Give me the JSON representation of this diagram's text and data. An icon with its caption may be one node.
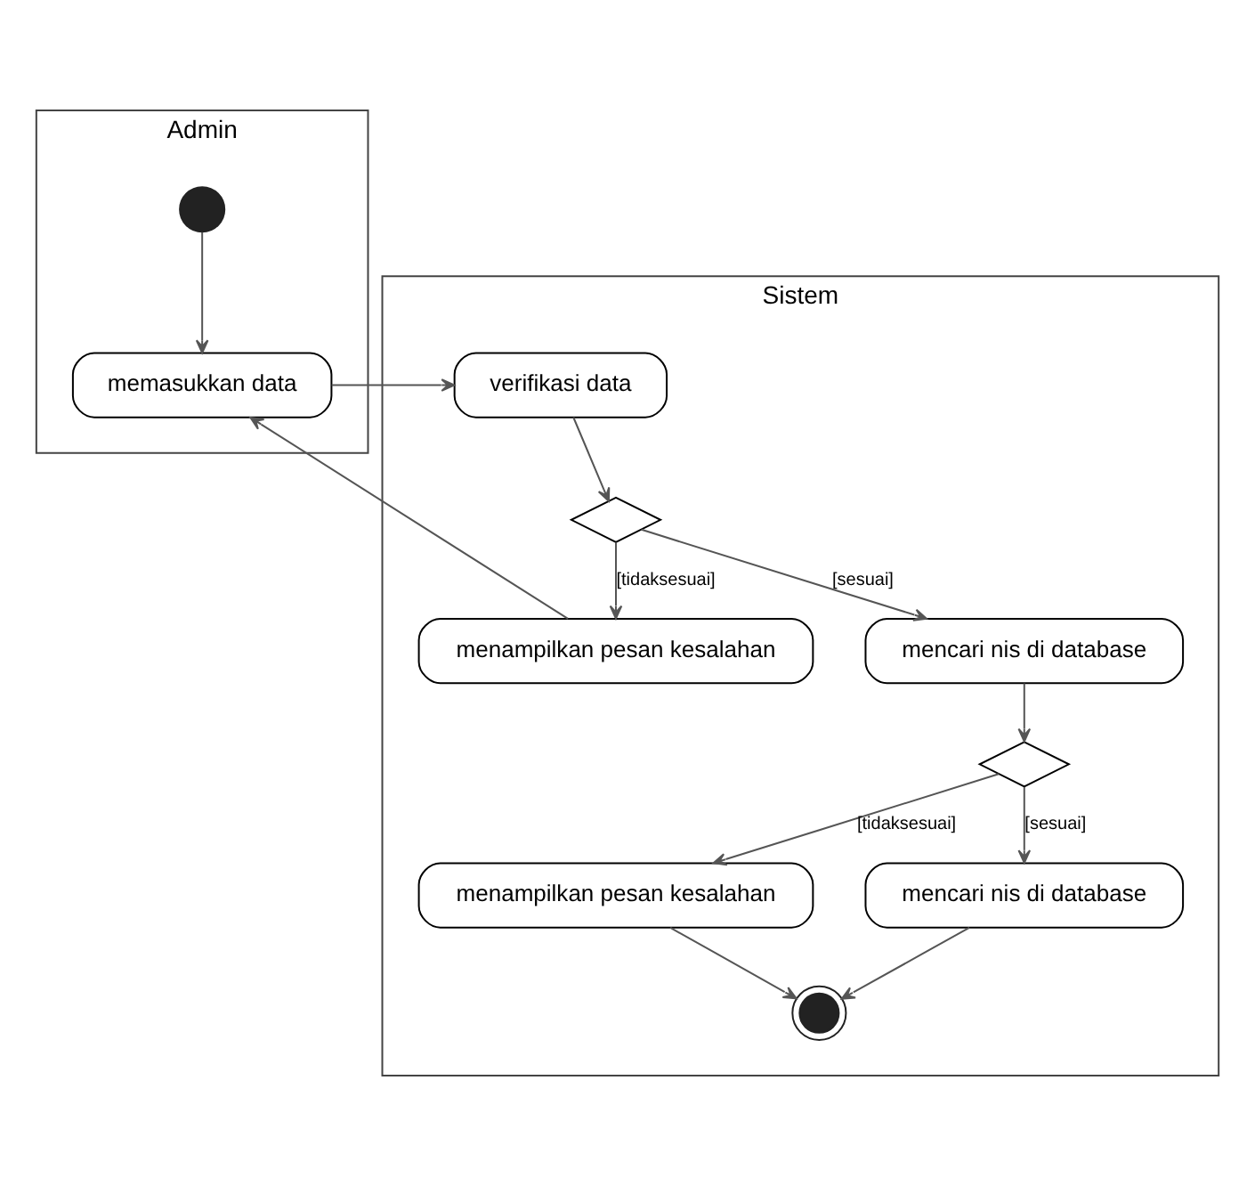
{
  "diagram": {
    "nodes": [
      {
        "text": [
          "Admin"
        ]
      },
      {
        "text": [
          "Sistem"
        ]
      },
      {
        "text": [],
        "shape": "circle",
        "in": 0
      },
      {
        "text": [
          "memasukkan data"
        ],
        "in": 0
      },
      {
        "text": [
          "verifikasi data"
        ],
        "in": 1
      },
      {
        "text": [],
        "shape": "diamond",
        "in": 1
      },
      {
        "text": [
          "menampilkan pesan kesalahan"
        ],
        "in": 1
      },
      {
        "text": [
          "mencari nis di database"
        ],
        "in": 1
      },
      {
        "text": [],
        "shape": "diamond",
        "in": 1
      },
      {
        "text": [
          "menampilkan pesan kesalahan"
        ],
        "in": 1
      },
      {
        "text": [
          "mencari nis di database"
        ],
        "in": 1
      },
      {
        "text": [],
        "shape": "bullseye",
        "in": 1
      }
    ],
    "edges": [
      {
        "from": 2,
        "to": 3,
        "arrow": "to"
      },
      {
        "from": 3,
        "to": 4,
        "arrow": "to"
      },
      {
        "from": 4,
        "to": 5,
        "arrow": "to"
      },
      {
        "from": 5,
        "to": 6,
        "arrow": "to",
        "label": "[tidaksesuai]"
      },
      {
        "from": 5,
        "to": 7,
        "arrow": "to",
        "label": "[sesuai]"
      },
      {
        "from": 6,
        "to": 3,
        "arrow": "to"
      },
      {
        "from": 7,
        "to": 8,
        "arrow": "to"
      },
      {
        "from": 8,
        "to": 9,
        "arrow": "to",
        "label": "[tidaksesuai]"
      },
      {
        "from": 8,
        "to": 10,
        "arrow": "to",
        "label": "[sesuai]"
      },
      {
        "from": 9,
        "to": 11,
        "arrow": "to"
      },
      {
        "from": 10,
        "to": 11,
        "arrow": "to"
      }
    ]
  }
}
